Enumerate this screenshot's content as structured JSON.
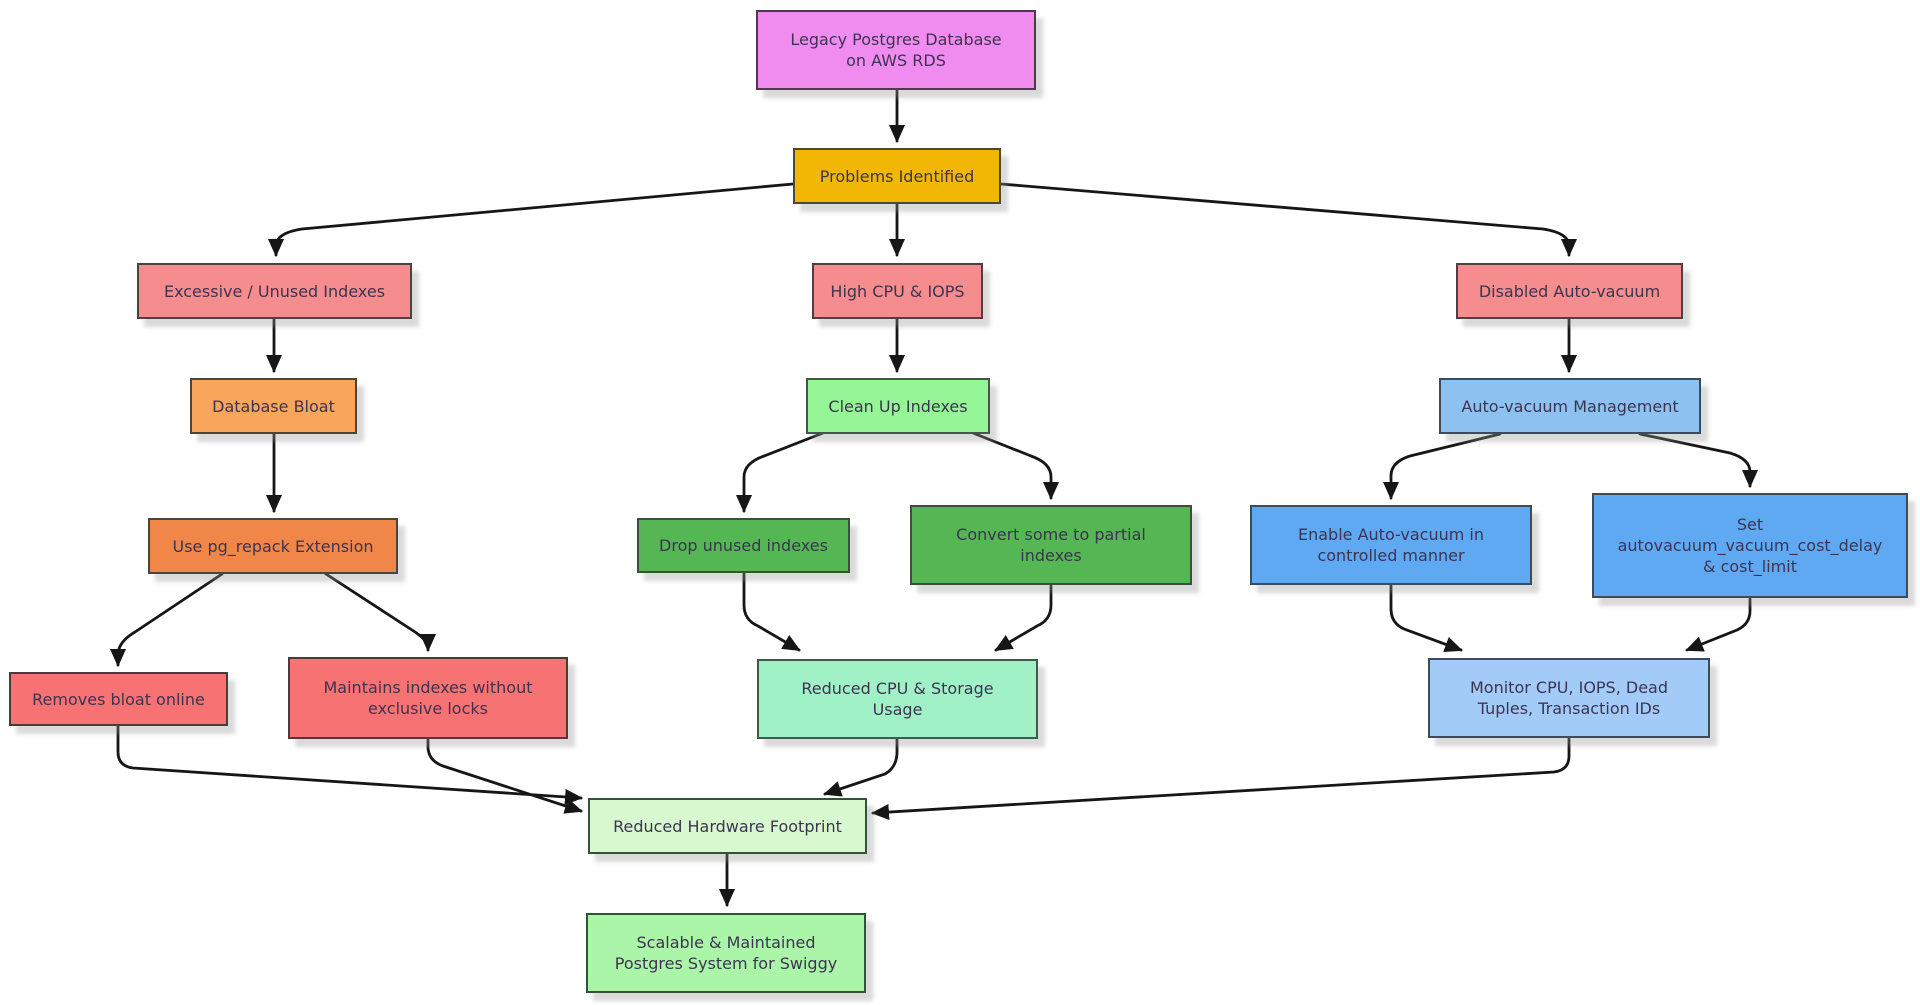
{
  "diagram": {
    "type": "flowchart",
    "background": "#ffffff",
    "edge_color": "#161616",
    "text_color": "#3d3452",
    "nodes": {
      "legacy_db": {
        "label": "Legacy Postgres Database\non AWS RDS",
        "fill": "#F08CF0",
        "border": "#4e3a4e"
      },
      "problems": {
        "label": "Problems Identified",
        "fill": "#F2B705",
        "border": "#4a4a33"
      },
      "excessive_indexes": {
        "label": "Excessive / Unused Indexes",
        "fill": "#F58C8E",
        "border": "#4c4040"
      },
      "high_cpu": {
        "label": "High CPU & IOPS",
        "fill": "#F58C8E",
        "border": "#4c4040"
      },
      "disabled_autovacuum": {
        "label": "Disabled Auto-vacuum",
        "fill": "#F58C8E",
        "border": "#4c4040"
      },
      "database_bloat": {
        "label": "Database Bloat",
        "fill": "#F9A55C",
        "border": "#4c4436"
      },
      "clean_up_indexes": {
        "label": "Clean Up Indexes",
        "fill": "#94F694",
        "border": "#44564a"
      },
      "autovacuum_management": {
        "label": "Auto-vacuum Management",
        "fill": "#8DC1F0",
        "border": "#3d4a5a"
      },
      "pg_repack": {
        "label": "Use pg_repack Extension",
        "fill": "#F08748",
        "border": "#4c4436"
      },
      "drop_indexes": {
        "label": "Drop unused indexes",
        "fill": "#54B754",
        "border": "#3a503a"
      },
      "convert_partial": {
        "label": "Convert some to partial\nindexes",
        "fill": "#54B754",
        "border": "#3a503a"
      },
      "enable_autovacuum": {
        "label": "Enable Auto-vacuum in\ncontrolled manner",
        "fill": "#5FA9F2",
        "border": "#3d4a5a"
      },
      "set_autovacuum_params": {
        "label": "Set\nautovacuum_vacuum_cost_delay\n& cost_limit",
        "fill": "#5FA9F2",
        "border": "#3d4a5a"
      },
      "removes_bloat": {
        "label": "Removes bloat online",
        "fill": "#F77272",
        "border": "#4c3a3a"
      },
      "maintains_indexes": {
        "label": "Maintains indexes without\nexclusive locks",
        "fill": "#F77272",
        "border": "#4c3a3a"
      },
      "reduced_cpu_storage": {
        "label": "Reduced CPU & Storage\nUsage",
        "fill": "#A0F2C6",
        "border": "#3d5a4a"
      },
      "monitor_metrics": {
        "label": "Monitor CPU, IOPS, Dead\nTuples, Transaction IDs",
        "fill": "#A2CBF7",
        "border": "#3d4a5a"
      },
      "reduced_hardware": {
        "label": "Reduced Hardware Footprint",
        "fill": "#D8F8D0",
        "border": "#33523a"
      },
      "scalable_system": {
        "label": "Scalable & Maintained\nPostgres System for Swiggy",
        "fill": "#AAF5A8",
        "border": "#33523a"
      }
    },
    "edges": [
      {
        "from": "legacy_db",
        "to": "problems"
      },
      {
        "from": "problems",
        "to": "excessive_indexes"
      },
      {
        "from": "problems",
        "to": "high_cpu"
      },
      {
        "from": "problems",
        "to": "disabled_autovacuum"
      },
      {
        "from": "excessive_indexes",
        "to": "database_bloat"
      },
      {
        "from": "high_cpu",
        "to": "clean_up_indexes"
      },
      {
        "from": "disabled_autovacuum",
        "to": "autovacuum_management"
      },
      {
        "from": "database_bloat",
        "to": "pg_repack"
      },
      {
        "from": "pg_repack",
        "to": "removes_bloat"
      },
      {
        "from": "pg_repack",
        "to": "maintains_indexes"
      },
      {
        "from": "clean_up_indexes",
        "to": "drop_indexes"
      },
      {
        "from": "clean_up_indexes",
        "to": "convert_partial"
      },
      {
        "from": "drop_indexes",
        "to": "reduced_cpu_storage"
      },
      {
        "from": "convert_partial",
        "to": "reduced_cpu_storage"
      },
      {
        "from": "autovacuum_management",
        "to": "enable_autovacuum"
      },
      {
        "from": "autovacuum_management",
        "to": "set_autovacuum_params"
      },
      {
        "from": "enable_autovacuum",
        "to": "monitor_metrics"
      },
      {
        "from": "set_autovacuum_params",
        "to": "monitor_metrics"
      },
      {
        "from": "removes_bloat",
        "to": "reduced_hardware"
      },
      {
        "from": "maintains_indexes",
        "to": "reduced_hardware"
      },
      {
        "from": "reduced_cpu_storage",
        "to": "reduced_hardware"
      },
      {
        "from": "monitor_metrics",
        "to": "reduced_hardware"
      },
      {
        "from": "reduced_hardware",
        "to": "scalable_system"
      }
    ]
  }
}
